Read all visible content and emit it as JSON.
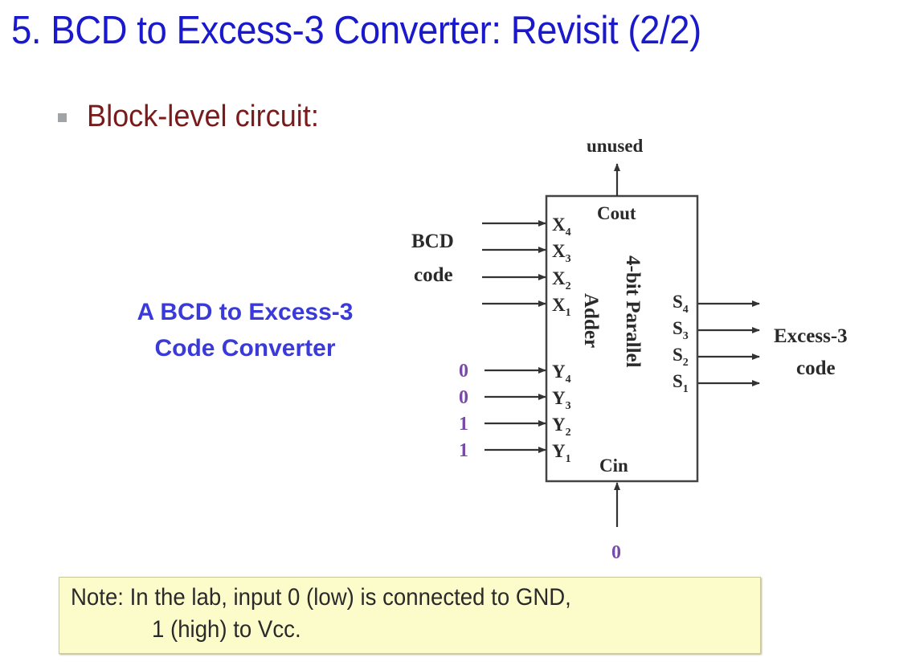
{
  "slide": {
    "title": "5. BCD to Excess-3 Converter: Revisit (2/2)",
    "bullet": "Block-level circuit:",
    "caption_line1": "A BCD to Excess-3",
    "caption_line2": "Code Converter",
    "note_line1": "Note:  In the lab, input 0 (low) is connected to GND,",
    "note_line2": "1 (high) to Vcc."
  },
  "diagram": {
    "block_label_line1": "4-bit Parallel",
    "block_label_line2": "Adder",
    "cout_label": "Cout",
    "cin_label": "Cin",
    "cout_output_label": "unused",
    "cin_value": "0",
    "input_group_label_line1": "BCD",
    "input_group_label_line2": "code",
    "output_group_label_line1": "Excess-3",
    "output_group_label_line2": "code",
    "x_inputs": [
      {
        "name": "X",
        "sub": "4"
      },
      {
        "name": "X",
        "sub": "3"
      },
      {
        "name": "X",
        "sub": "2"
      },
      {
        "name": "X",
        "sub": "1"
      }
    ],
    "y_inputs": [
      {
        "name": "Y",
        "sub": "4",
        "value": "0"
      },
      {
        "name": "Y",
        "sub": "3",
        "value": "0"
      },
      {
        "name": "Y",
        "sub": "2",
        "value": "1"
      },
      {
        "name": "Y",
        "sub": "1",
        "value": "1"
      }
    ],
    "s_outputs": [
      {
        "name": "S",
        "sub": "4"
      },
      {
        "name": "S",
        "sub": "3"
      },
      {
        "name": "S",
        "sub": "2"
      },
      {
        "name": "S",
        "sub": "1"
      }
    ],
    "colors": {
      "line": "#333333",
      "constant_value": "#7a4aa8"
    }
  }
}
